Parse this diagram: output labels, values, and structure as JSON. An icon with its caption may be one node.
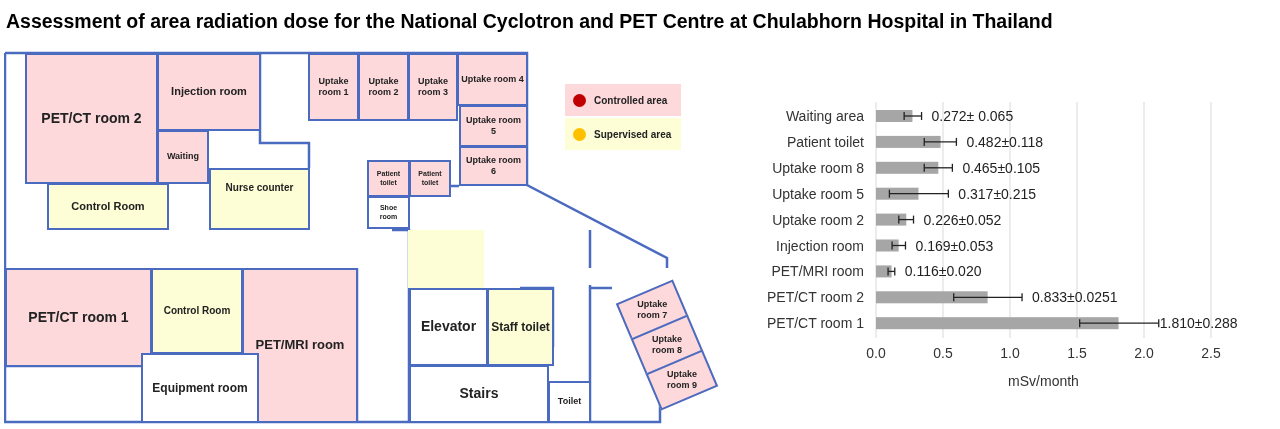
{
  "diagram": {
    "title": "Assessment of area radiation dose for the National Cyclotron and PET Centre at Chulabhorn Hospital in Thailand",
    "nodes": [
      {
        "text": [
          "PET/CT room 2"
        ]
      },
      {
        "text": [
          "Injection room"
        ]
      },
      {
        "text": [
          "Waiting"
        ]
      },
      {
        "text": [
          "Control Room"
        ]
      },
      {
        "text": [
          "Nurse counter"
        ]
      },
      {
        "text": [
          "Uptake room 1"
        ]
      },
      {
        "text": [
          "Uptake room 2"
        ]
      },
      {
        "text": [
          "Uptake room 3"
        ]
      },
      {
        "text": [
          "Uptake room 4"
        ]
      },
      {
        "text": [
          "Uptake room 5"
        ]
      },
      {
        "text": [
          "Uptake room 6"
        ]
      },
      {
        "text": [
          "Patient toilet"
        ]
      },
      {
        "text": [
          "Patient toilet"
        ]
      },
      {
        "text": [
          "Shoe room"
        ]
      },
      {
        "text": [],
        "shape": "box"
      },
      {
        "text": [
          "PET/CT room 1"
        ]
      },
      {
        "text": [
          "Control Room"
        ]
      },
      {
        "text": [
          "PET/MRI room"
        ]
      },
      {
        "text": [
          "Equipment room"
        ]
      },
      {
        "text": [
          "Elevator"
        ]
      },
      {
        "text": [
          "Staff toilet"
        ]
      },
      {
        "text": [
          "Stairs"
        ]
      },
      {
        "text": [
          "Toilet"
        ]
      },
      {
        "text": [
          "Uptake room 7"
        ]
      },
      {
        "text": [
          "Uptake room 8"
        ]
      },
      {
        "text": [
          "Uptake room 9"
        ]
      }
    ],
    "legend": [
      {
        "text": "Controlled area",
        "color": "#c00000"
      },
      {
        "text": "Supervised area",
        "color": "#ffc000"
      }
    ],
    "chart_data": {
      "type": "bar",
      "orientation": "horizontal",
      "xlabel": "mSv/month",
      "categories": [
        "Waiting area",
        "Patient toilet",
        "Uptake room 8",
        "Uptake room 5",
        "Uptake room 2",
        "Injection room",
        "PET/MRI room",
        "PET/CT room 2",
        "PET/CT room 1"
      ],
      "values": [
        0.272,
        0.482,
        0.465,
        0.317,
        0.226,
        0.169,
        0.116,
        0.833,
        1.81
      ],
      "value_labels": [
        "0.272± 0.065",
        "0.482±0.118",
        "0.465±0.105",
        "0.317±0.215",
        "0.226±0.052",
        "0.169±0.053",
        "0.116±0.020",
        "0.833±0.0251",
        "1.810±0.288"
      ],
      "xlim": [
        0,
        2.5
      ],
      "grid": true,
      "xticks": [
        {
          "value": 0,
          "label": "0.0"
        },
        {
          "value": 0.5,
          "label": "0.5"
        },
        {
          "value": 1,
          "label": "1.0"
        },
        {
          "value": 1.5,
          "label": "1.5"
        },
        {
          "value": 2,
          "label": "2.0"
        },
        {
          "value": 2.5,
          "label": "2.5"
        }
      ]
    }
  }
}
